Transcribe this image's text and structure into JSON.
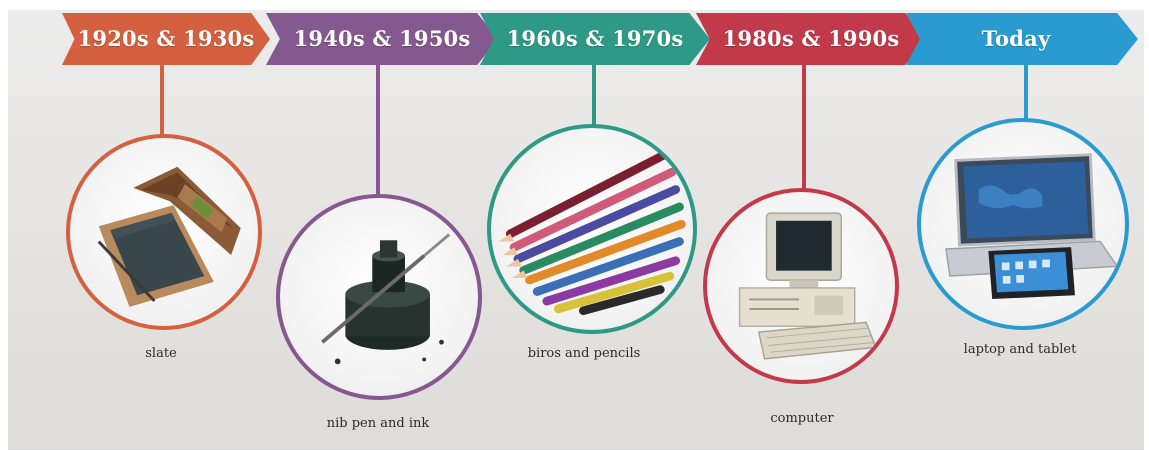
{
  "eras": [
    {
      "label": "1920s & 1930s",
      "caption": "slate",
      "color": "#d4603f",
      "icon": "slate-icon"
    },
    {
      "label": "1940s & 1950s",
      "caption": "nib pen and ink",
      "color": "#85588f",
      "icon": "ink-bottle-icon"
    },
    {
      "label": "1960s & 1970s",
      "caption": "biros and pencils",
      "color": "#2e9a85",
      "icon": "pencils-icon"
    },
    {
      "label": "1980s & 1990s",
      "caption": "computer",
      "color": "#c23a4a",
      "icon": "computer-icon"
    },
    {
      "label": "Today",
      "caption": "laptop and tablet",
      "color": "#2a9bd0",
      "icon": "laptop-tablet-icon"
    }
  ]
}
